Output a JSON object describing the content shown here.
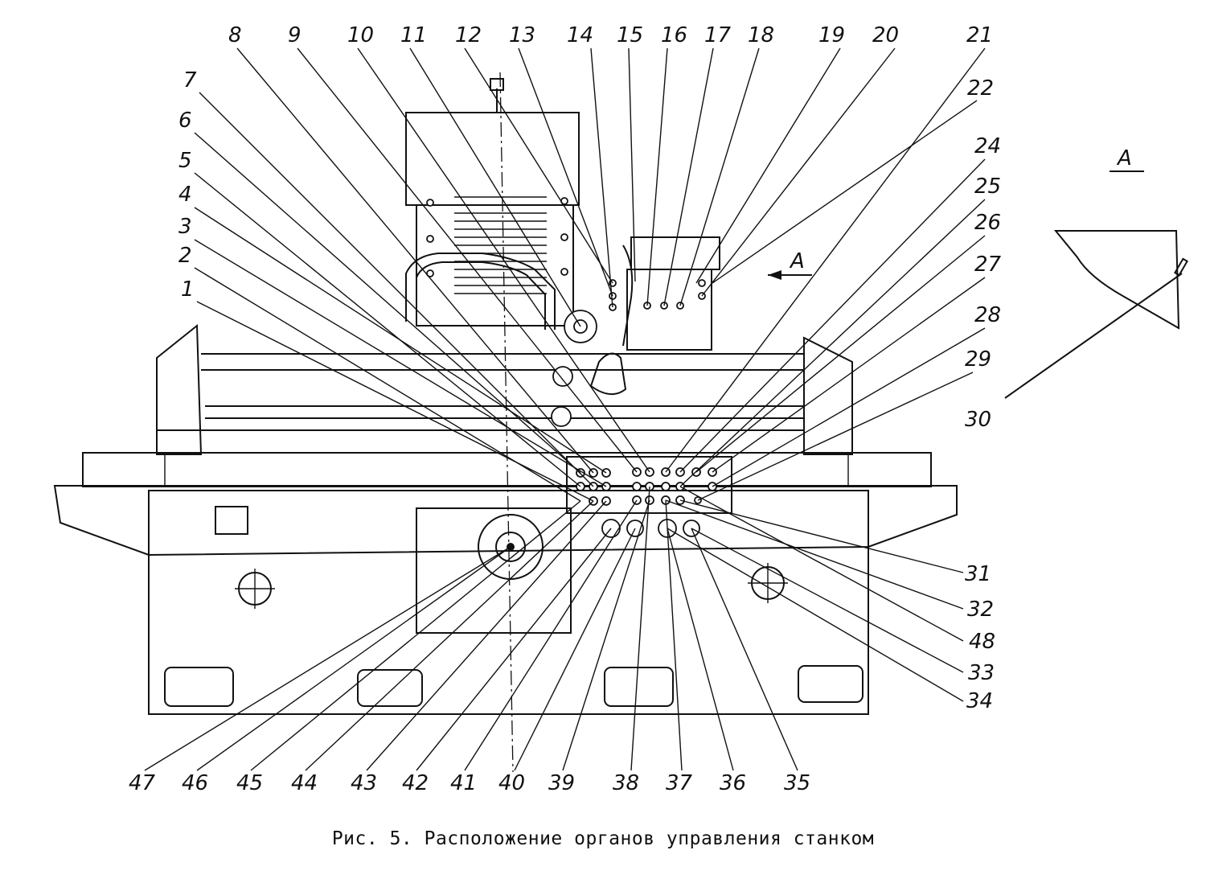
{
  "figure": {
    "caption": "Рис. 5. Расположение органов управления станком",
    "view_label": "A",
    "arrow_label": "A"
  },
  "callouts": {
    "top": [
      "8",
      "9",
      "10",
      "11",
      "12",
      "13",
      "14",
      "15",
      "16",
      "17",
      "18",
      "19",
      "20",
      "21"
    ],
    "left": [
      "7",
      "6",
      "5",
      "4",
      "3",
      "2",
      "1"
    ],
    "right_upper": [
      "22",
      "24",
      "25",
      "26",
      "27",
      "28",
      "29"
    ],
    "right_side": [
      "30"
    ],
    "right_lower": [
      "31",
      "32",
      "48",
      "33",
      "34"
    ],
    "bottom": [
      "47",
      "46",
      "45",
      "44",
      "43",
      "42",
      "41",
      "40",
      "39",
      "38",
      "37",
      "36",
      "35"
    ]
  }
}
